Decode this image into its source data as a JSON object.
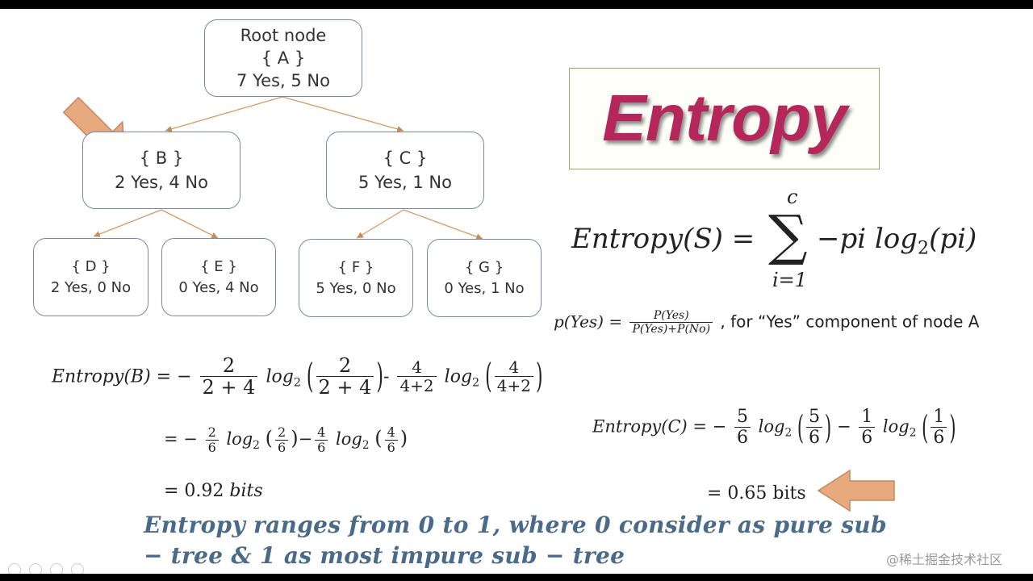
{
  "tree": {
    "root": {
      "line1": "Root node",
      "line2": "{ A }",
      "line3": "7 Yes, 5 No"
    },
    "b": {
      "line1": "{ B }",
      "line2": "2 Yes, 4 No"
    },
    "c": {
      "line1": "{ C }",
      "line2": "5 Yes, 1 No"
    },
    "d": {
      "line1": "{ D }",
      "line2": "2 Yes, 0 No"
    },
    "e": {
      "line1": "{ E }",
      "line2": "0 Yes, 4 No"
    },
    "f": {
      "line1": "{ F }",
      "line2": "5 Yes, 0 No"
    },
    "g": {
      "line1": "{ G }",
      "line2": "0 Yes, 1 No"
    }
  },
  "title": "Entropy",
  "formula": {
    "lhs": "Entropy(S) =",
    "sum_top": "c",
    "sum_bottom": "i=1",
    "sum_symbol": "∑",
    "rhs_pre": "−pi log",
    "rhs_sub": "2",
    "rhs_post": "(pi)"
  },
  "prob": {
    "lhs": "p(Yes) =",
    "num": "P(Yes)",
    "den": "P(Yes)+P(No)",
    "text": ", for “Yes” component of node A"
  },
  "entropy_b": {
    "lhs": "Entropy(B) = −",
    "f1_num": "2",
    "f1_den": "2 + 4",
    "log": "log",
    "sub": "2",
    "f2_num": "2",
    "f2_den": "2 + 4",
    "minus": "-",
    "f3_num": "4",
    "f3_den": "4+2",
    "f4_num": "4",
    "f4_den": "4+2",
    "line2_eq": "= −",
    "l2_f1_num": "2",
    "l2_f1_den": "6",
    "l2_f2_num": "2",
    "l2_f2_den": "6",
    "l2_minus": "−",
    "l2_f3_num": "4",
    "l2_f3_den": "6",
    "l2_f4_num": "4",
    "l2_f4_den": "6",
    "result_eq": "= 0.92 ",
    "result_unit": "bits"
  },
  "entropy_c": {
    "lhs": "Entropy(C) = −",
    "f1_num": "5",
    "f1_den": "6",
    "log": "log",
    "sub": "2",
    "f2_num": "5",
    "f2_den": "6",
    "minus": "−",
    "f3_num": "1",
    "f3_den": "6",
    "f4_num": "1",
    "f4_den": "6",
    "result": "= 0.65 bits"
  },
  "note": {
    "line1": "Entropy ranges from 0 to 1, where 0 consider as pure sub",
    "line2": "− tree & 1 as most impure sub − tree"
  },
  "watermark": "@稀土掘金技术社区",
  "colors": {
    "title": "#b5265a",
    "arrow": "#e3a67a",
    "node_border": "#7a86b8",
    "note": "#4a6a8a"
  }
}
